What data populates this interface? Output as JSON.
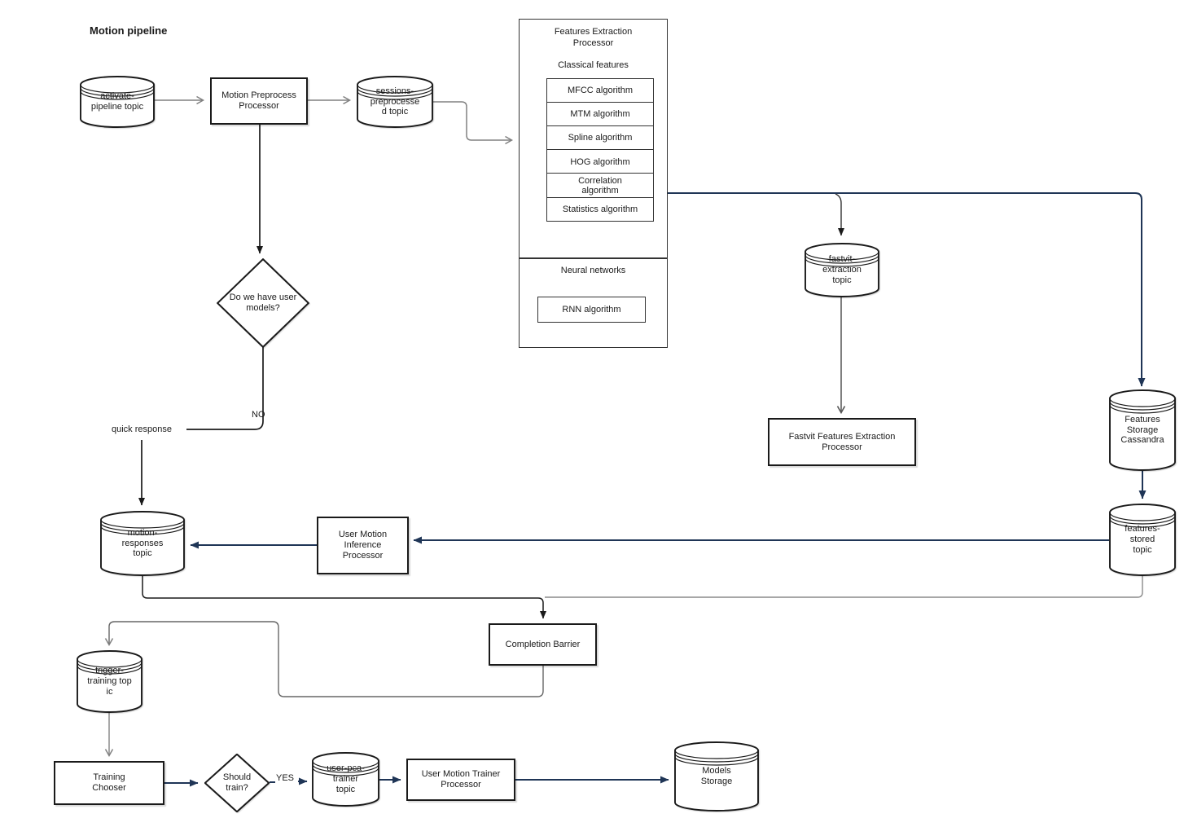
{
  "title": "Motion pipeline",
  "colors": {
    "navy": "#1f3556",
    "gray": "#808080",
    "black": "#1a1a1a"
  },
  "nodes": {
    "activate": {
      "label": "activate-\npipeline topic"
    },
    "preprocess": {
      "label": "Motion Preprocess\nProcessor"
    },
    "sessions": {
      "label": "sessions-\npreprocesse\nd topic"
    },
    "featuresBox": {
      "title": "Features Extraction\nProcessor",
      "subtitle": "Classical features",
      "algorithms": [
        "MFCC algorithm",
        "MTM algorithm",
        "Spline algorithm",
        "HOG algorithm",
        "Correlation\nalgorithm",
        "Statistics algorithm"
      ]
    },
    "neural": {
      "title": "Neural networks",
      "algorithm": "RNN algorithm"
    },
    "userModels": {
      "label": "Do we have user\nmodels?"
    },
    "fastvitTopic": {
      "label": "fastvit-\nextraction\ntopic"
    },
    "fastvitProc": {
      "label": "Fastvit Features Extraction\nProcessor"
    },
    "cassandra": {
      "label": "Features\nStorage\nCassandra"
    },
    "featuresStored": {
      "label": "features-\nstored\ntopic"
    },
    "motionResponses": {
      "label": "motion-\nresponses\ntopic"
    },
    "inference": {
      "label": "User Motion\nInference\nProcessor"
    },
    "barrier": {
      "label": "Completion Barrier"
    },
    "triggerTraining": {
      "label": "trigger-\ntraining top\nic"
    },
    "trainingChooser": {
      "label": "Training\nChooser"
    },
    "shouldTrain": {
      "label": "Should\ntrain?"
    },
    "userPca": {
      "label": "user-pca-\ntrainer\ntopic"
    },
    "trainerProc": {
      "label": "User Motion Trainer\nProcessor"
    },
    "modelsStorage": {
      "label": "Models\nStorage"
    }
  },
  "edge_labels": {
    "no": "NO",
    "yes": "YES",
    "quick": "quick response"
  }
}
